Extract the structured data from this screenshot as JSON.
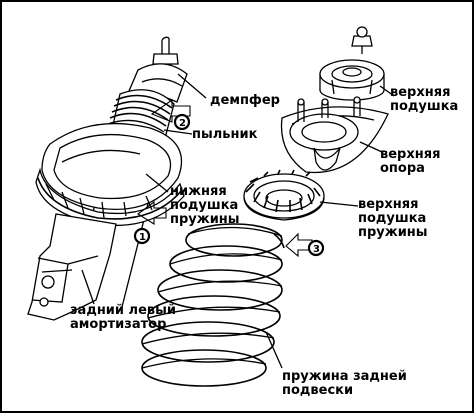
{
  "labels": {
    "damper": "демпфер",
    "dust_boot": "пыльник",
    "lower_spring_pad_1": "нижняя",
    "lower_spring_pad_2": "подушка",
    "lower_spring_pad_3": "пружины",
    "rear_left_shock_1": "задний левый",
    "rear_left_shock_2": "амортизатор",
    "upper_cushion_1": "верхняя",
    "upper_cushion_2": "подушка",
    "upper_mount_1": "верхняя",
    "upper_mount_2": "опора",
    "upper_spring_pad_1": "верхняя",
    "upper_spring_pad_2": "подушка",
    "upper_spring_pad_3": "пружины",
    "rear_spring_1": "пружина задней",
    "rear_spring_2": "подвески"
  },
  "callouts": {
    "callout_1": "1",
    "callout_2": "2",
    "callout_3": "3"
  }
}
